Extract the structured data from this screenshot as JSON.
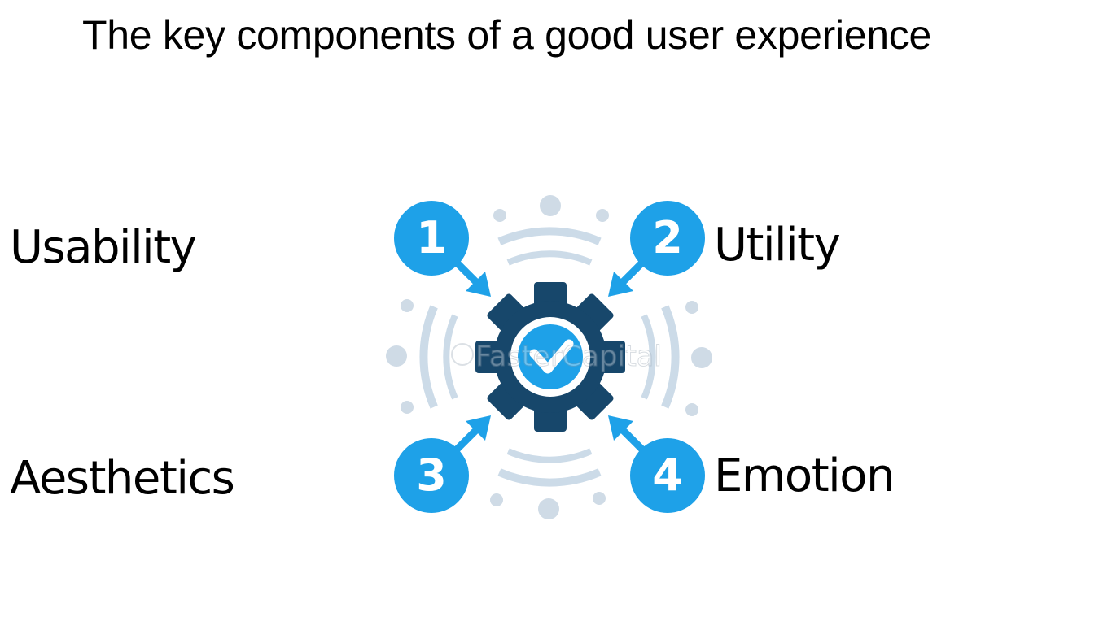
{
  "title": "The key components of a good user experience",
  "components": [
    {
      "number": "1",
      "label": "Usability"
    },
    {
      "number": "2",
      "label": "Utility"
    },
    {
      "number": "3",
      "label": "Aesthetics"
    },
    {
      "number": "4",
      "label": "Emotion"
    }
  ],
  "watermark": "FasterCapital",
  "colors": {
    "badge": "#1ea1e8",
    "gear": "#17476b",
    "check_circle": "#1ea1e8",
    "rings": "#ccdbe8",
    "dots": "#cfdbe6",
    "text": "#000000"
  }
}
